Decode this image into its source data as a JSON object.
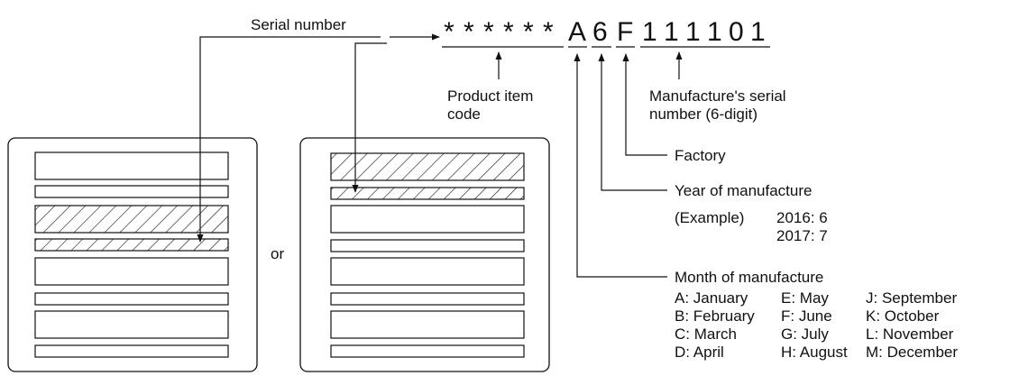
{
  "serial_label": "Serial number",
  "code": {
    "stars": [
      "*",
      "*",
      "*",
      "*",
      "*",
      "*"
    ],
    "month": "A",
    "year": "6",
    "factory": "F",
    "serial": [
      "1",
      "1",
      "1",
      "1",
      "0",
      "1"
    ]
  },
  "product_item_code": [
    "Product item",
    "code"
  ],
  "manufacturers_serial": [
    "Manufacture's serial",
    "number (6-digit)"
  ],
  "factory_label": "Factory",
  "year_label": "Year of manufacture",
  "year_example": {
    "prefix": "(Example)",
    "items": [
      "2016: 6",
      "2017: 7"
    ]
  },
  "or_label": "or",
  "month_label": "Month of manufacture",
  "months": [
    [
      "A: January",
      "E: May",
      "J: September"
    ],
    [
      "B: February",
      "F: June",
      "K: October"
    ],
    [
      "C: March",
      "G: July",
      "L: November"
    ],
    [
      "D: April",
      "H: August",
      "M: December"
    ]
  ]
}
